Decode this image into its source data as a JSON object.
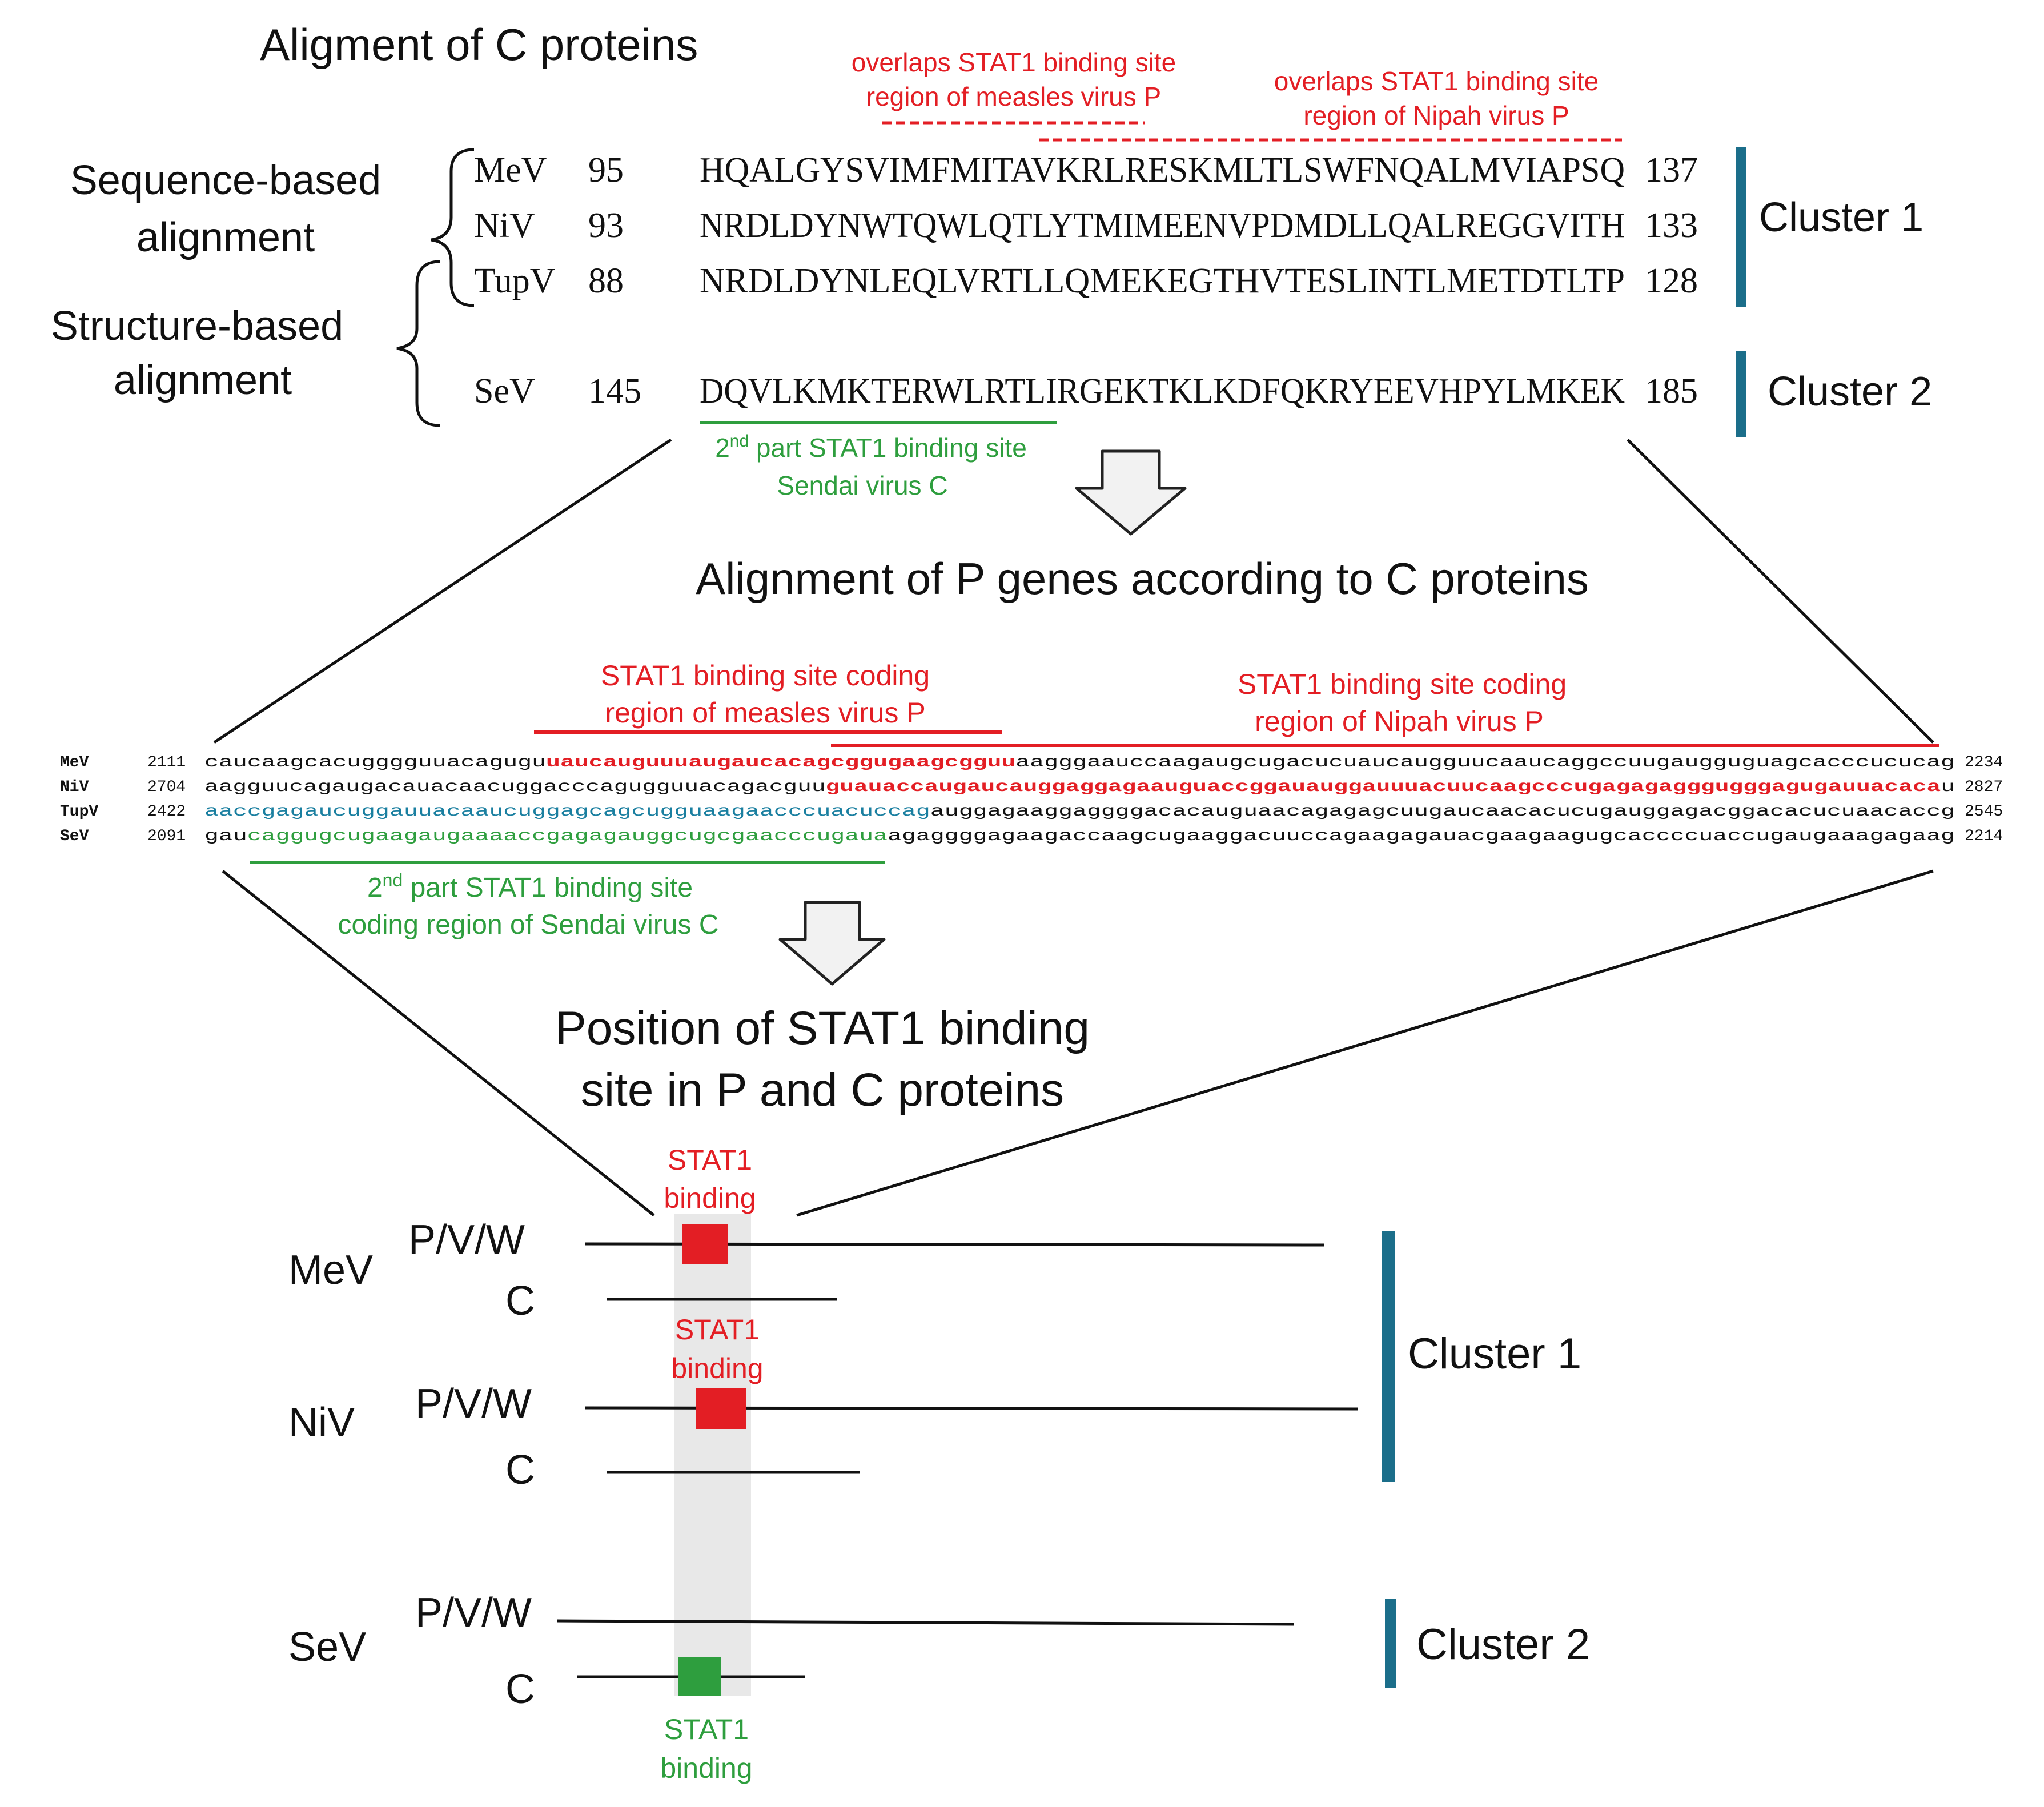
{
  "colors": {
    "text": "#111111",
    "red": "#e31e24",
    "green": "#2e9e3e",
    "teal": "#1a7fa0",
    "cluster_bar": "#1b6e8a",
    "grey_band": "#e8e8e8",
    "arrow_fill": "#f2f2f2"
  },
  "section1": {
    "title": "Aligment of C proteins",
    "annot_measles": [
      "overlaps STAT1 binding site",
      "region of measles virus P"
    ],
    "annot_nipah": [
      "overlaps STAT1 binding site",
      "region of Nipah virus P"
    ],
    "label_sequence": [
      "Sequence-based",
      "alignment"
    ],
    "label_structure": [
      "Structure-based",
      "alignment"
    ],
    "rows": [
      {
        "virus": "MeV",
        "start": "95",
        "seq": "HQALGYSVIMFMITAVKRLRESKMLTLSWFNQALMVIAPSQ",
        "end": "137"
      },
      {
        "virus": "NiV",
        "start": "93",
        "seq": "NRDLDYNWTQWLQTLYTMIMEENVPDMDLLQALREGGVITH",
        "end": "133"
      },
      {
        "virus": "TupV",
        "start": "88",
        "seq": "NRDLDYNLEQLVRTLLQMEKEGTHVTESLINTLMETDTLTP",
        "end": "128"
      },
      {
        "virus": "SeV",
        "start": "145",
        "seq": "DQVLKMKTERWLRTLIRGEKTKLKDFQKRYEEVHPYLMKEK",
        "end": "185"
      }
    ],
    "cluster1": "Cluster 1",
    "cluster2": "Cluster 2",
    "sendai_annot_line1_pre": "2",
    "sendai_annot_line1_sup": "nd",
    "sendai_annot_line1_post": " part STAT1 binding site",
    "sendai_annot_line2": "Sendai virus C"
  },
  "section2": {
    "title": "Alignment of P genes according to C proteins",
    "annot_measles": [
      "STAT1 binding site coding",
      "region of measles virus P"
    ],
    "annot_nipah": [
      "STAT1 binding site coding",
      "region of Nipah virus P"
    ],
    "rows": [
      {
        "virus": "MeV",
        "start": "2111",
        "segments": [
          {
            "t": "caucaagcacugggguuacagugu",
            "c": "text"
          },
          {
            "t": "uaucauguuuaugaucacagcggugaagcgguu",
            "c": "red"
          },
          {
            "t": "aagggaauccaagaugcugacucuaucaugguucaaucaggccuugaugguguagcacccucucag",
            "c": "text"
          }
        ],
        "end": "2234"
      },
      {
        "virus": "NiV",
        "start": "2704",
        "segments": [
          {
            "t": "aagguucagaugacauacaacuggacccagugguuacagacguu",
            "c": "text"
          },
          {
            "t": "guauaccaugaucauggaggagaauguaccggauauggauuuacuucaagcccugagagagggugggagugauuacaca",
            "c": "red"
          },
          {
            "t": "u",
            "c": "text"
          }
        ],
        "end": "2827"
      },
      {
        "virus": "TupV",
        "start": "2422",
        "segments": [
          {
            "t": "aaccgagaucuggauuacaaucuggagcagcugguaagaacccuacuccag",
            "c": "teal"
          },
          {
            "t": "auggagaaggaggggacacauguaacagagagcuugaucaacacucugauggagacggacacucuaacaccg",
            "c": "text"
          }
        ],
        "end": "2545"
      },
      {
        "virus": "SeV",
        "start": "2091",
        "segments": [
          {
            "t": "gau",
            "c": "text"
          },
          {
            "t": "caggugcugaagaugaaaaccgagagauggcugcgaacccugaua",
            "c": "green"
          },
          {
            "t": "agaggggagaagaccaagcugaaggacuuccagaagagauacgaagaagugcaccccuaccugaugaaagagaag",
            "c": "text"
          }
        ],
        "end": "2214"
      }
    ],
    "sendai_annot_line1_pre": "2",
    "sendai_annot_line1_sup": "nd",
    "sendai_annot_line1_post": " part STAT1 binding site",
    "sendai_annot_line2": "coding region of Sendai virus C"
  },
  "section3": {
    "title": [
      "Position of STAT1 binding",
      "site in P and C proteins"
    ],
    "stat1_label": [
      "STAT1",
      "binding"
    ],
    "pvw": "P/V/W",
    "c": "C",
    "viruses": [
      "MeV",
      "NiV",
      "SeV"
    ],
    "cluster1": "Cluster 1",
    "cluster2": "Cluster 2"
  }
}
